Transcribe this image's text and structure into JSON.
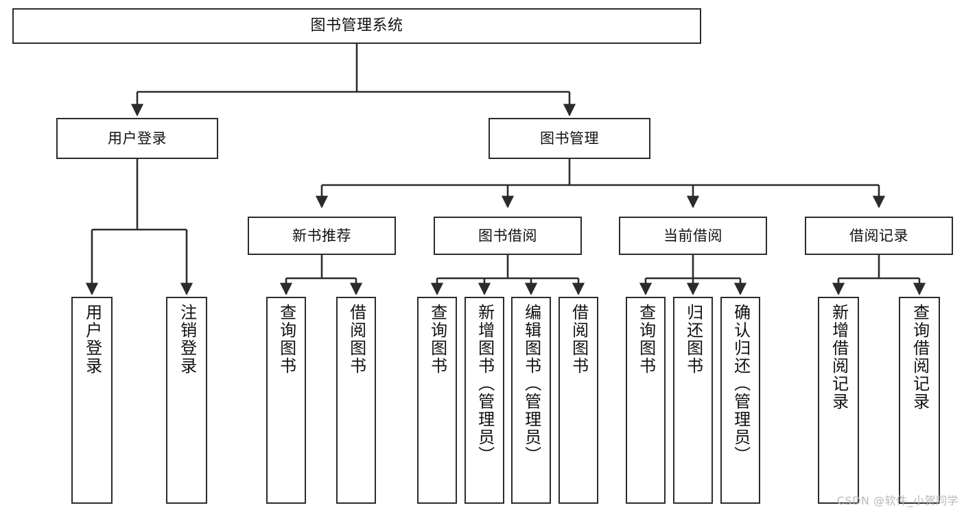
{
  "diagram": {
    "type": "tree",
    "title": "图书管理系统",
    "root": {
      "label": "图书管理系统"
    },
    "level1": [
      {
        "label": "用户登录"
      },
      {
        "label": "图书管理"
      }
    ],
    "level2": [
      {
        "label": "新书推荐"
      },
      {
        "label": "图书借阅"
      },
      {
        "label": "当前借阅"
      },
      {
        "label": "借阅记录"
      }
    ],
    "leaves": {
      "user_login": [
        {
          "label": "用户登录"
        },
        {
          "label": "注销登录"
        }
      ],
      "new_book_recommend": [
        {
          "label": "查询图书"
        },
        {
          "label": "借阅图书"
        }
      ],
      "book_borrow": [
        {
          "label": "查询图书"
        },
        {
          "label": "新增图书（管理员）"
        },
        {
          "label": "编辑图书（管理员）"
        },
        {
          "label": "借阅图书"
        }
      ],
      "current_borrow": [
        {
          "label": "查询图书"
        },
        {
          "label": "归还图书"
        },
        {
          "label": "确认归还（管理员）"
        }
      ],
      "borrow_record": [
        {
          "label": "新增借阅记录"
        },
        {
          "label": "查询借阅记录"
        }
      ]
    }
  },
  "watermark": {
    "text": "CSDN @软件_小贺同学"
  },
  "colors": {
    "background": "#ffffff",
    "stroke": "#2b2b2b",
    "text": "#111111",
    "watermark": "#b9b9b9"
  }
}
